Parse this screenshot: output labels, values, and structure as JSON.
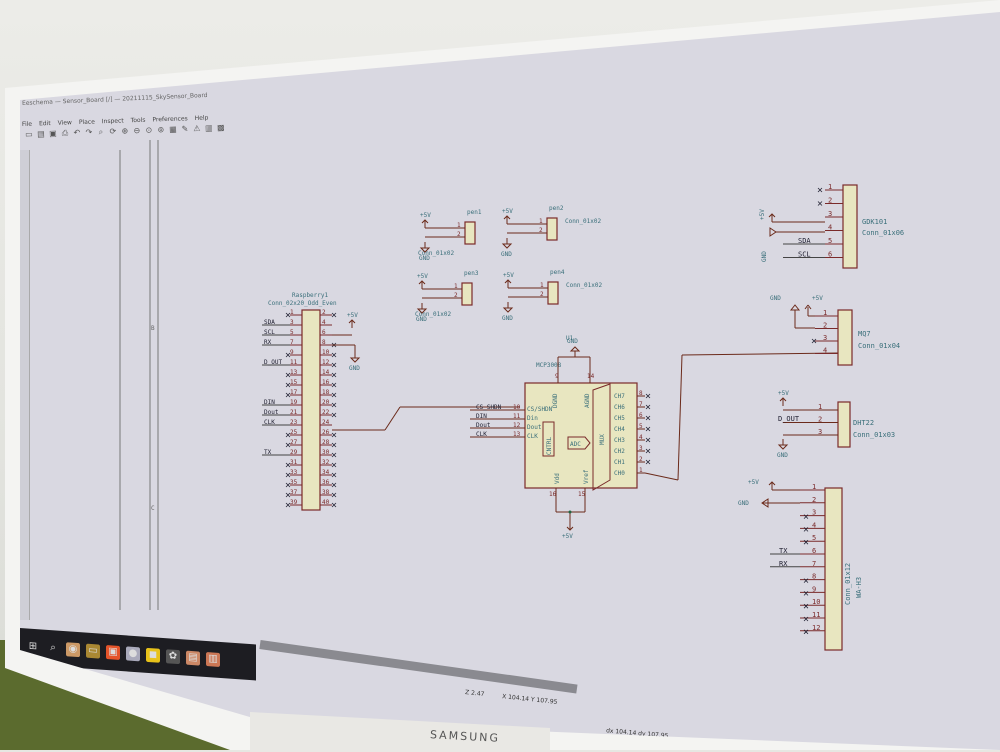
{
  "window": {
    "title": "Eeschema — Sensor_Board [/] — 20211115_SkySensor_Board"
  },
  "menu": [
    "File",
    "Edit",
    "View",
    "Place",
    "Inspect",
    "Tools",
    "Preferences",
    "Help"
  ],
  "toolbar_icons": [
    "new-icon",
    "open-icon",
    "save-icon",
    "print-icon",
    "undo-icon",
    "redo-icon",
    "find-icon",
    "refresh-icon",
    "zoom-in-icon",
    "zoom-out-icon",
    "zoom-fit-icon",
    "zoom-selection-icon",
    "netlist-icon",
    "annotate-icon",
    "erc-icon",
    "bom-icon",
    "pcb-icon"
  ],
  "toolbar_glyphs": [
    "▭",
    "▤",
    "▣",
    "⎙",
    "↶",
    "↷",
    "⌕",
    "⟳",
    "⊕",
    "⊖",
    "⊙",
    "⊚",
    "▦",
    "✎",
    "⚠",
    "▥",
    "▩"
  ],
  "status": {
    "zoom": "Z 2.47",
    "xy": "X 104.14  Y 107.95",
    "dxy": "dx 104.14  dy 107.95"
  },
  "brand": "SAMSUNG",
  "taskbar": [
    "⊞",
    "⌕",
    "◉",
    "▭",
    "▣",
    "●",
    "◼",
    "✿",
    "▤",
    "▥"
  ],
  "sheet": {
    "border_label_b": "B",
    "border_label_c": "C"
  },
  "colors": {
    "wire": "#6b2a1a",
    "body": "#e8e6c0",
    "text": "#3a6f7a",
    "pin": "#7a2a2a"
  },
  "raspberry": {
    "ref": "Raspberry1",
    "value": "Conn_02x20_Odd_Even",
    "left_labels": {
      "3": "SDA",
      "5": "SCL",
      "7": "RX",
      "11": "D_OUT",
      "19": "DIN",
      "21": "Dout",
      "23": "CLK",
      "29": "TX"
    },
    "power_5v": "+5V",
    "gnd": "GND"
  },
  "pens": [
    {
      "ref": "pen1",
      "value": "Conn_01x02",
      "pwr": "+5V",
      "gnd": "GND"
    },
    {
      "ref": "pen2",
      "value": "Conn_01x02",
      "pwr": "+5V",
      "gnd": "GND"
    },
    {
      "ref": "pen3",
      "value": "Conn_01x02",
      "pwr": "+5V",
      "gnd": "GND"
    },
    {
      "ref": "pen4",
      "value": "Conn_01x02",
      "pwr": "+5V",
      "gnd": "GND"
    }
  ],
  "pin_nums": [
    "1",
    "2"
  ],
  "u1": {
    "ref": "U1",
    "value": "MCP3008",
    "gnd": "GND",
    "pwr": "+5V",
    "left_pins": [
      {
        "num": "10",
        "name": "CS/SHDN",
        "net": "CS_SHDN"
      },
      {
        "num": "11",
        "name": "Din",
        "net": "DIN"
      },
      {
        "num": "12",
        "name": "Dout",
        "net": "Dout"
      },
      {
        "num": "13",
        "name": "CLK",
        "net": "CLK"
      }
    ],
    "right_pins": [
      {
        "num": "8",
        "name": "CH7"
      },
      {
        "num": "7",
        "name": "CH6"
      },
      {
        "num": "6",
        "name": "CH5"
      },
      {
        "num": "5",
        "name": "CH4"
      },
      {
        "num": "4",
        "name": "CH3"
      },
      {
        "num": "3",
        "name": "CH2"
      },
      {
        "num": "2",
        "name": "CH1"
      },
      {
        "num": "1",
        "name": "CH0"
      }
    ],
    "top_pins": [
      {
        "num": "9",
        "name": "DGND"
      },
      {
        "num": "14",
        "name": "AGND"
      }
    ],
    "bottom_pins": [
      {
        "num": "16",
        "name": "Vdd"
      },
      {
        "num": "15",
        "name": "Vref"
      }
    ],
    "blocks": {
      "ctrl": "CNTRL",
      "adc": "ADC",
      "mux": "MUX"
    }
  },
  "gdk101": {
    "ref": "GDK101",
    "value": "Conn_01x06",
    "pins": [
      "1",
      "2",
      "3",
      "4",
      "5",
      "6"
    ],
    "labels": {
      "5": "SDA",
      "6": "SCL"
    },
    "pwr": "+5V",
    "gnd": "GND"
  },
  "mq7": {
    "ref": "MQ7",
    "value": "Conn_01x04",
    "pins": [
      "1",
      "2",
      "3",
      "4"
    ],
    "pwr": "+5V",
    "gnd": "GND"
  },
  "dht22": {
    "ref": "DHT22",
    "value": "Conn_01x03",
    "pins": [
      "1",
      "2",
      "3"
    ],
    "label": "D_OUT",
    "pwr": "+5V",
    "gnd": "GND"
  },
  "wah3": {
    "ref": "WA-H3",
    "value": "Conn_01x12",
    "pins": [
      "1",
      "2",
      "3",
      "4",
      "5",
      "6",
      "7",
      "8",
      "9",
      "10",
      "11",
      "12"
    ],
    "labels": {
      "6": "TX",
      "7": "RX"
    },
    "pwr": "+5V",
    "gnd": "GND"
  }
}
